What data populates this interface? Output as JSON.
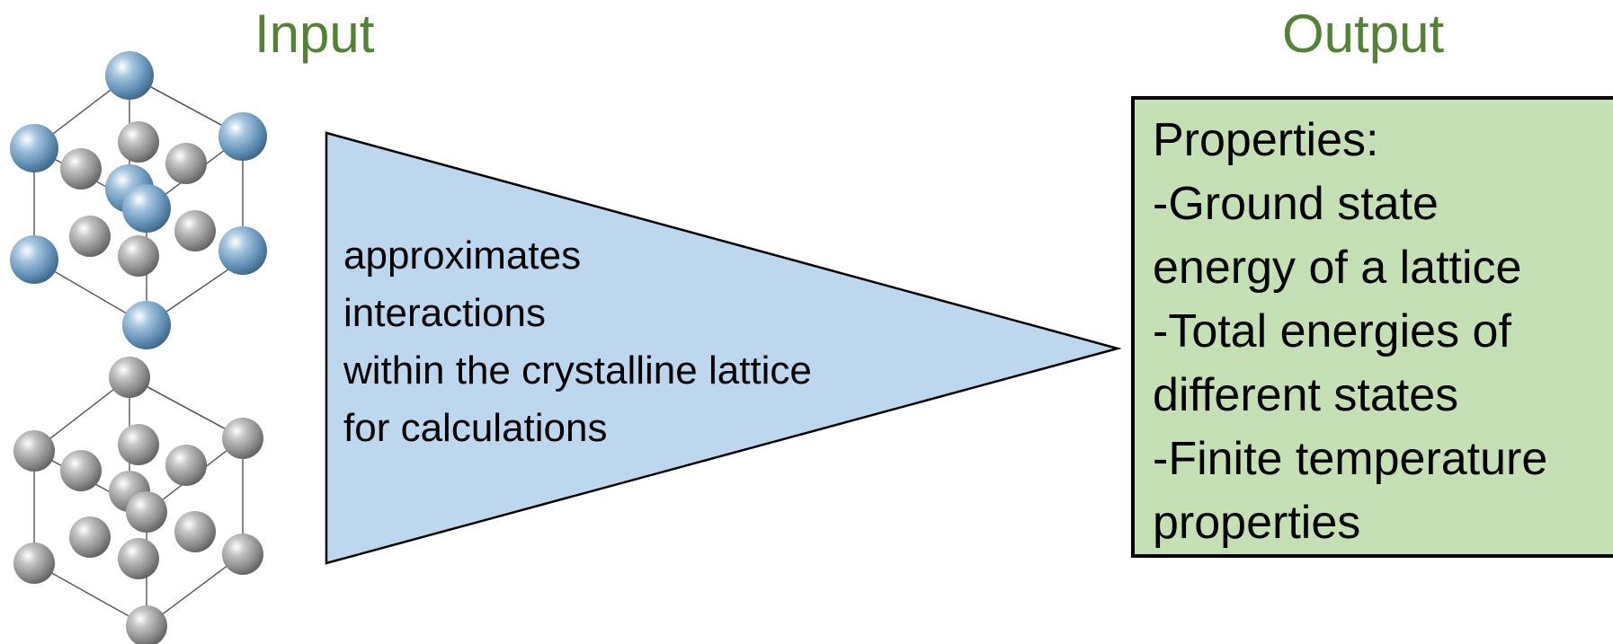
{
  "input_label": "Input",
  "output_label": "Output",
  "process": {
    "lines": [
      "approximates",
      "interactions",
      "within the crystalline lattice",
      "for calculations"
    ],
    "fill": "#bdd7ee"
  },
  "output_box": {
    "lines": [
      "Properties:",
      "-Ground state",
      "energy of a lattice",
      "-Total energies of",
      "different states",
      "-Finite temperature",
      "properties"
    ],
    "fill": "#c5e0b4"
  },
  "colors": {
    "heading": "#548235",
    "atom_blue": "#7fa7c9",
    "atom_gray": "#9a9a9a"
  },
  "icons": [
    "crystal-lattice-icon-mixed",
    "crystal-lattice-icon-gray"
  ]
}
